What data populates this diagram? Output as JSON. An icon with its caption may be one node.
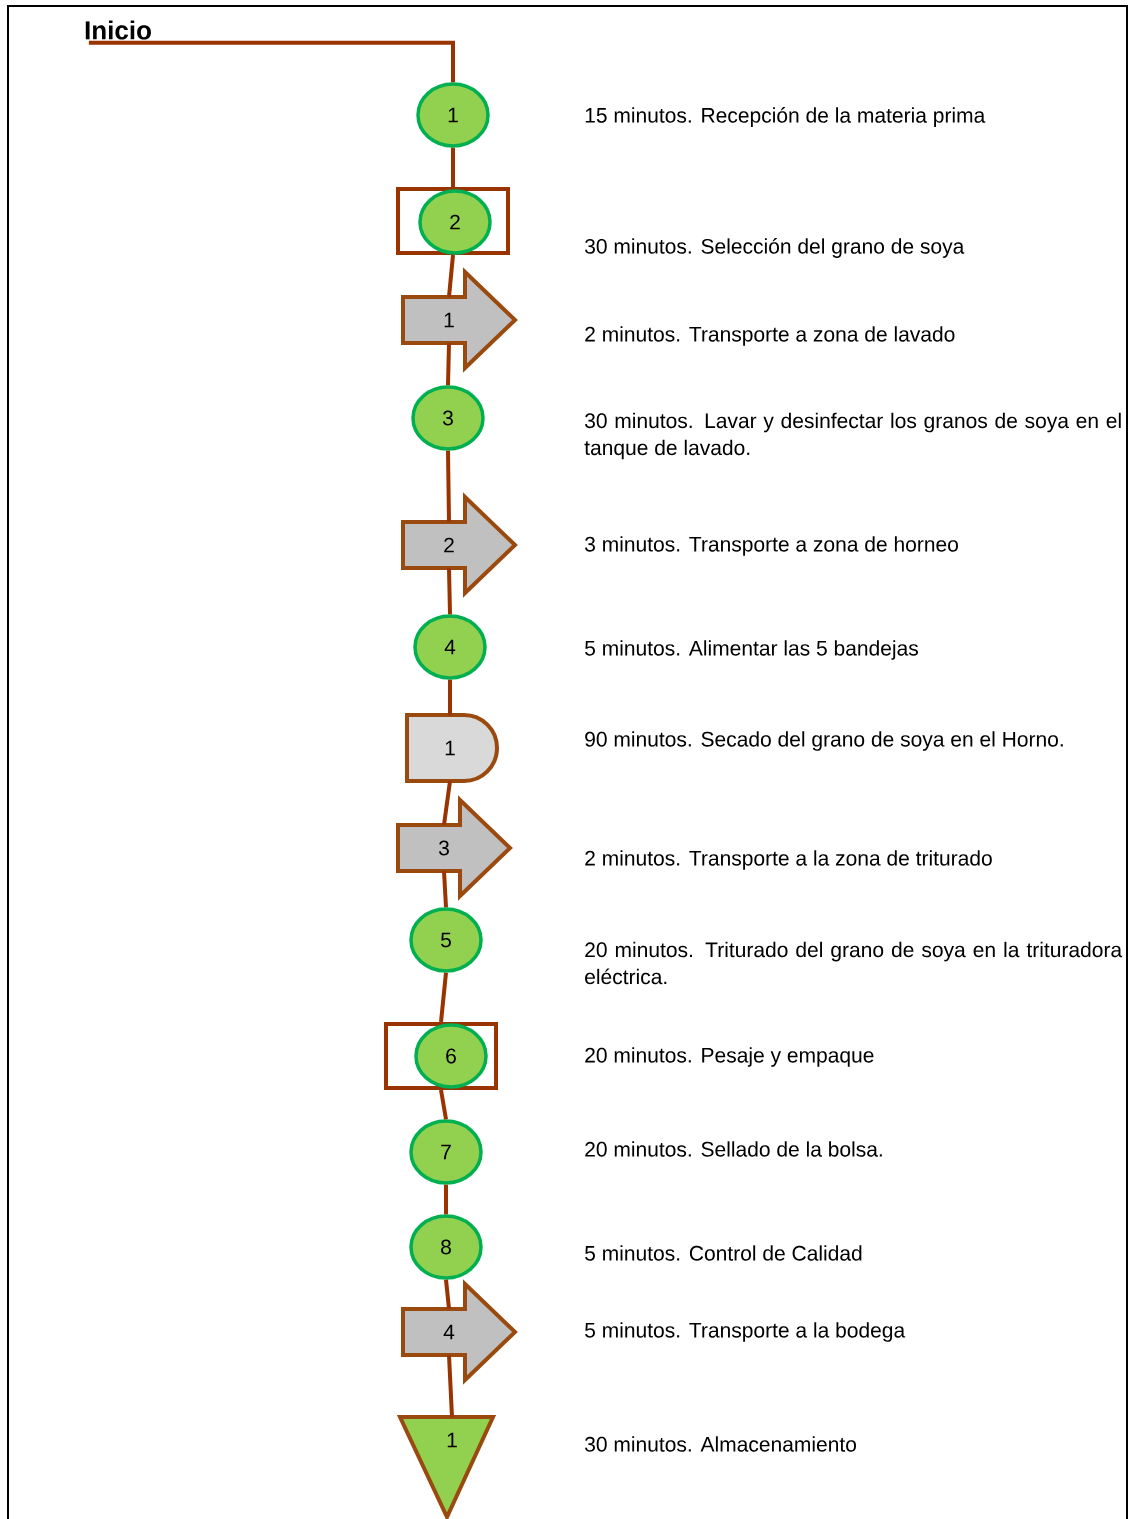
{
  "diagram": {
    "nodes": [
      {
        "text": [
          "Inicio"
        ]
      },
      {
        "text": [
          "1"
        ]
      },
      {
        "text": [],
        "shape": "box"
      },
      {
        "text": [
          "2"
        ],
        "in": 2
      },
      {
        "text": [
          "1"
        ]
      },
      {
        "text": [
          "3"
        ]
      },
      {
        "text": [
          "2"
        ]
      },
      {
        "text": [
          "4"
        ]
      },
      {
        "text": [
          "1"
        ]
      },
      {
        "text": [
          "3"
        ]
      },
      {
        "text": [
          "5"
        ]
      },
      {
        "text": [],
        "shape": "box"
      },
      {
        "text": [
          "6"
        ],
        "in": 11
      },
      {
        "text": [
          "7"
        ]
      },
      {
        "text": [
          "8"
        ]
      },
      {
        "text": [
          "4"
        ]
      },
      {
        "text": [
          "1"
        ]
      }
    ],
    "edges": [
      {
        "from": 0,
        "to": 1,
        "arrow": "none"
      },
      {
        "from": 1,
        "to": 2,
        "arrow": "none"
      },
      {
        "from": 2,
        "to": 4,
        "arrow": "none"
      },
      {
        "from": 4,
        "to": 5,
        "arrow": "none"
      },
      {
        "from": 5,
        "to": 6,
        "arrow": "none"
      },
      {
        "from": 6,
        "to": 7,
        "arrow": "none"
      },
      {
        "from": 7,
        "to": 8,
        "arrow": "none"
      },
      {
        "from": 8,
        "to": 9,
        "arrow": "none"
      },
      {
        "from": 9,
        "to": 10,
        "arrow": "none"
      },
      {
        "from": 10,
        "to": 11,
        "arrow": "none"
      },
      {
        "from": 11,
        "to": 13,
        "arrow": "none"
      },
      {
        "from": 13,
        "to": 14,
        "arrow": "none"
      },
      {
        "from": 14,
        "to": 15,
        "arrow": "none"
      },
      {
        "from": 15,
        "to": 16,
        "arrow": "none"
      }
    ],
    "labels": [
      "15 minutos. Recepción de la materia prima",
      "30 minutos. Selección del grano de soya",
      "2 minutos. Transporte a zona de lavado",
      "30 minutos. Lavar y desinfectar los granos de soya en el tanque de lavado.",
      "3 minutos. Transporte a zona de horneo",
      "5 minutos. Alimentar las 5 bandejas",
      "90 minutos. Secado del grano de soya en el Horno.",
      "2 minutos. Transporte a la zona de triturado",
      "20 minutos. Triturado del grano de soya en la trituradora eléctrica.",
      "20 minutos. Pesaje y empaque",
      "20 minutos. Sellado de la bolsa.",
      "5 minutos. Control de Calidad",
      "5 minutos. Transporte a la bodega",
      "30 minutos. Almacenamiento"
    ]
  }
}
